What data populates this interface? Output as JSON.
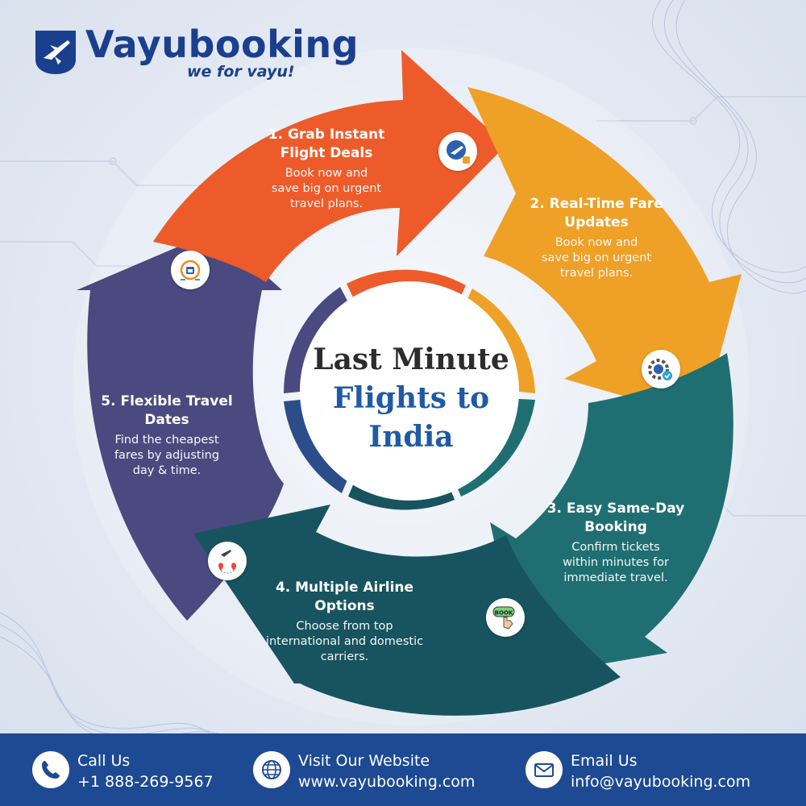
{
  "brand": {
    "name": "Vayubooking",
    "tagline": "we for vayu!"
  },
  "center": {
    "line1": "Last Minute",
    "line2": "Flights to",
    "line3": "India"
  },
  "steps": [
    {
      "title_line1": "1. Grab Instant",
      "title_line2": "Flight Deals",
      "desc_lines": [
        "Book now and",
        "save big on urgent",
        "travel plans."
      ],
      "color": "#ee5b2a",
      "icon": "airplane-price-tag-icon"
    },
    {
      "title_line1": "2. Real-Time Fare",
      "title_line2": "Updates",
      "desc_lines": [
        "Book now and",
        "save big on urgent",
        "travel plans."
      ],
      "color": "#efa026",
      "icon": "gear-clock-icon"
    },
    {
      "title_line1": "3. Easy Same-Day",
      "title_line2": "Booking",
      "desc_lines": [
        "Confirm tickets",
        "within minutes for",
        "immediate travel."
      ],
      "color": "#1f6f72",
      "icon": "book-button-hand-icon"
    },
    {
      "title_line1": "4. Multiple Airline",
      "title_line2": "Options",
      "desc_lines": [
        "Choose from top",
        "international and domestic",
        "carriers."
      ],
      "color": "#17545f",
      "icon": "airplane-route-pins-icon"
    },
    {
      "title_line1": "5. Flexible Travel",
      "title_line2": "Dates",
      "desc_lines": [
        "Find the cheapest",
        "fares by adjusting",
        "day & time."
      ],
      "color": "#4a4a80",
      "icon": "calendar-clock-icon"
    }
  ],
  "contacts": [
    {
      "label": "Call Us",
      "value": "+1 888-269-9567",
      "icon": "phone-icon"
    },
    {
      "label": "Visit Our Website",
      "value": "www.vayubooking.com",
      "icon": "globe-icon"
    },
    {
      "label": "Email Us",
      "value": "info@vayubooking.com",
      "icon": "envelope-icon"
    }
  ],
  "colors": {
    "brand_blue": "#1b3f8f",
    "footer_blue": "#1d4a92",
    "title_blue": "#1f5aa6"
  }
}
